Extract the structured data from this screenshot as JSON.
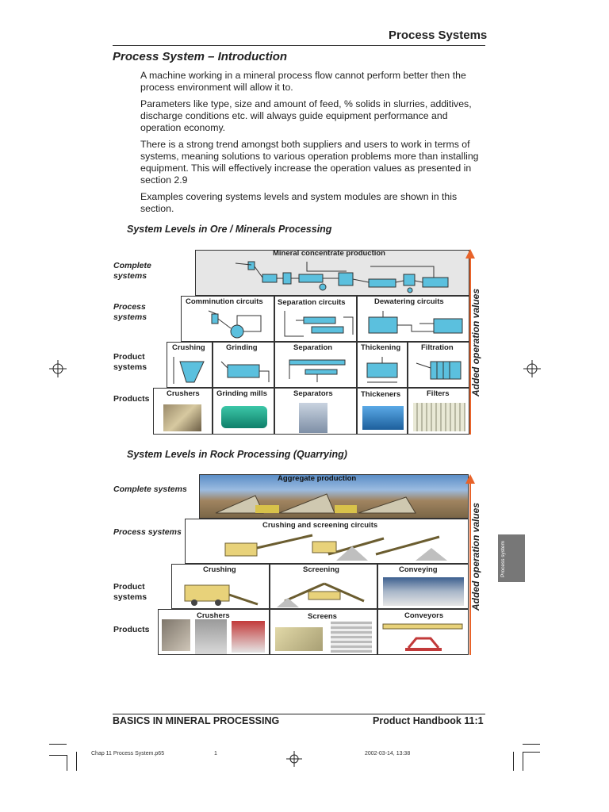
{
  "header": {
    "title": "Process Systems"
  },
  "section": {
    "title": "Process System – Introduction",
    "paragraphs": [
      "A machine working in a mineral process flow cannot perform better then the process environment will allow it to.",
      "Parameters like type, size and amount of feed, % solids in slurries, additives, discharge conditions etc. will always guide equipment performance and operation economy.",
      "There is a strong trend amongst both suppliers and users to work in terms of systems, meaning solutions to various operation problems more than installing equipment. This will effectively increase the operation values as presented in section 2.9",
      "Examples covering systems levels and system modules are shown in this section."
    ]
  },
  "ore": {
    "heading": "System Levels in Ore / Minerals Processing",
    "levels": [
      "Complete systems",
      "Process systems",
      "Product systems",
      "Products"
    ],
    "complete_caption": "Mineral concentrate production",
    "process_captions": [
      "Comminution circuits",
      "Separation circuits",
      "Dewatering circuits"
    ],
    "product_system_captions": [
      "Crushing",
      "Grinding",
      "Separation",
      "Thickening",
      "Filtration"
    ],
    "product_captions": [
      "Crushers",
      "Grinding mills",
      "Separators",
      "Thickeners",
      "Filters"
    ],
    "arrow_label": "Added operation values"
  },
  "rock": {
    "heading": "System Levels in Rock Processing (Quarrying)",
    "levels": [
      "Complete systems",
      "Process systems",
      "Product systems",
      "Products"
    ],
    "complete_caption": "Aggregate production",
    "process_caption": "Crushing and screening circuits",
    "product_system_captions": [
      "Crushing",
      "Screening",
      "Conveying"
    ],
    "product_captions": [
      "Crushers",
      "Screens",
      "Conveyors"
    ],
    "arrow_label": "Added operation values"
  },
  "side_tab": "Process system",
  "footer": {
    "left": "BASICS IN MINERAL PROCESSING",
    "right": "Product Handbook   11:1"
  },
  "print_line": {
    "file": "Chap 11 Process System.p65",
    "page": "1",
    "date": "2002-03-14, 13:38"
  },
  "colors": {
    "accent": "#e8632a",
    "equipment": "#5bc0de",
    "panel": "#e6e6e6"
  }
}
